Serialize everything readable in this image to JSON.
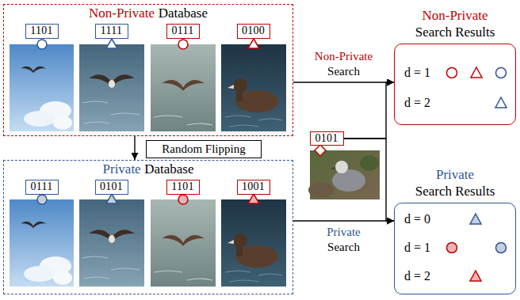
{
  "diagram": {
    "nodes": [
      {
        "text": [
          "Non-Private",
          "Database"
        ]
      },
      {
        "text": [
          "1101"
        ],
        "in": 0
      },
      {
        "text": [
          "1111"
        ],
        "in": 0
      },
      {
        "text": [
          "0111"
        ],
        "in": 0
      },
      {
        "text": [
          "0100"
        ],
        "in": 0
      },
      {
        "text": [
          "Random Flipping"
        ]
      },
      {
        "text": [
          "Private",
          "Database"
        ]
      },
      {
        "text": [
          "0111"
        ],
        "in": 6
      },
      {
        "text": [
          "0101"
        ],
        "in": 6
      },
      {
        "text": [
          "1101"
        ],
        "in": 6
      },
      {
        "text": [
          "1001"
        ],
        "in": 6
      },
      {
        "text": [
          "0101"
        ]
      },
      {
        "text": [
          "Non-Private",
          "Search Results",
          "d = 1",
          "d = 2"
        ]
      },
      {
        "text": [
          "Private",
          "Search Results",
          "d = 0",
          "d = 1",
          "d = 2"
        ]
      }
    ],
    "edges": [
      {
        "from": 0,
        "to": 6,
        "arrow": "to"
      },
      {
        "from": 0,
        "to": 12,
        "arrow": "to",
        "label": "Non-Private Search"
      },
      {
        "from": 11,
        "to": 12,
        "arrow": "to"
      },
      {
        "from": 6,
        "to": 13,
        "arrow": "to",
        "label": "Private Search"
      },
      {
        "from": 11,
        "to": 13,
        "arrow": "to"
      }
    ]
  }
}
